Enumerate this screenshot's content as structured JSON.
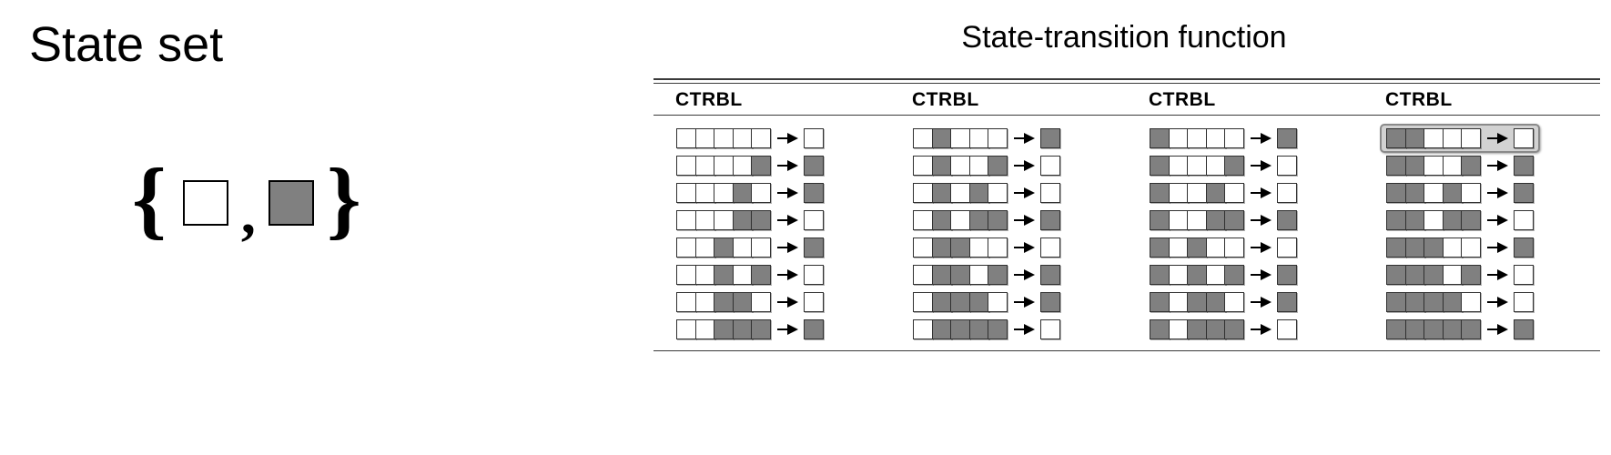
{
  "left": {
    "title": "State set",
    "brace_open": "{",
    "brace_close": "}",
    "comma": ",",
    "states": [
      {
        "name": "empty-state",
        "value": 0
      },
      {
        "name": "filled-state",
        "value": 1
      }
    ]
  },
  "right": {
    "title": "State-transition function",
    "header_label": "CTRBL",
    "header_labels": [
      "CTRBL",
      "CTRBL",
      "CTRBL",
      "CTRBL"
    ],
    "columns": [
      {
        "index": 0,
        "rules": [
          {
            "neighborhood": [
              0,
              0,
              0,
              0,
              0
            ],
            "output": 0,
            "selected": false
          },
          {
            "neighborhood": [
              0,
              0,
              0,
              0,
              1
            ],
            "output": 1,
            "selected": false
          },
          {
            "neighborhood": [
              0,
              0,
              0,
              1,
              0
            ],
            "output": 1,
            "selected": false
          },
          {
            "neighborhood": [
              0,
              0,
              0,
              1,
              1
            ],
            "output": 0,
            "selected": false
          },
          {
            "neighborhood": [
              0,
              0,
              1,
              0,
              0
            ],
            "output": 1,
            "selected": false
          },
          {
            "neighborhood": [
              0,
              0,
              1,
              0,
              1
            ],
            "output": 0,
            "selected": false
          },
          {
            "neighborhood": [
              0,
              0,
              1,
              1,
              0
            ],
            "output": 0,
            "selected": false
          },
          {
            "neighborhood": [
              0,
              0,
              1,
              1,
              1
            ],
            "output": 1,
            "selected": false
          }
        ]
      },
      {
        "index": 1,
        "rules": [
          {
            "neighborhood": [
              0,
              1,
              0,
              0,
              0
            ],
            "output": 1,
            "selected": false
          },
          {
            "neighborhood": [
              0,
              1,
              0,
              0,
              1
            ],
            "output": 0,
            "selected": false
          },
          {
            "neighborhood": [
              0,
              1,
              0,
              1,
              0
            ],
            "output": 0,
            "selected": false
          },
          {
            "neighborhood": [
              0,
              1,
              0,
              1,
              1
            ],
            "output": 1,
            "selected": false
          },
          {
            "neighborhood": [
              0,
              1,
              1,
              0,
              0
            ],
            "output": 0,
            "selected": false
          },
          {
            "neighborhood": [
              0,
              1,
              1,
              0,
              1
            ],
            "output": 1,
            "selected": false
          },
          {
            "neighborhood": [
              0,
              1,
              1,
              1,
              0
            ],
            "output": 1,
            "selected": false
          },
          {
            "neighborhood": [
              0,
              1,
              1,
              1,
              1
            ],
            "output": 0,
            "selected": false
          }
        ]
      },
      {
        "index": 2,
        "rules": [
          {
            "neighborhood": [
              1,
              0,
              0,
              0,
              0
            ],
            "output": 1,
            "selected": false
          },
          {
            "neighborhood": [
              1,
              0,
              0,
              0,
              1
            ],
            "output": 0,
            "selected": false
          },
          {
            "neighborhood": [
              1,
              0,
              0,
              1,
              0
            ],
            "output": 0,
            "selected": false
          },
          {
            "neighborhood": [
              1,
              0,
              0,
              1,
              1
            ],
            "output": 1,
            "selected": false
          },
          {
            "neighborhood": [
              1,
              0,
              1,
              0,
              0
            ],
            "output": 0,
            "selected": false
          },
          {
            "neighborhood": [
              1,
              0,
              1,
              0,
              1
            ],
            "output": 1,
            "selected": false
          },
          {
            "neighborhood": [
              1,
              0,
              1,
              1,
              0
            ],
            "output": 1,
            "selected": false
          },
          {
            "neighborhood": [
              1,
              0,
              1,
              1,
              1
            ],
            "output": 0,
            "selected": false
          }
        ]
      },
      {
        "index": 3,
        "rules": [
          {
            "neighborhood": [
              1,
              1,
              0,
              0,
              0
            ],
            "output": 0,
            "selected": true
          },
          {
            "neighborhood": [
              1,
              1,
              0,
              0,
              1
            ],
            "output": 1,
            "selected": false
          },
          {
            "neighborhood": [
              1,
              1,
              0,
              1,
              0
            ],
            "output": 1,
            "selected": false
          },
          {
            "neighborhood": [
              1,
              1,
              0,
              1,
              1
            ],
            "output": 0,
            "selected": false
          },
          {
            "neighborhood": [
              1,
              1,
              1,
              0,
              0
            ],
            "output": 1,
            "selected": false
          },
          {
            "neighborhood": [
              1,
              1,
              1,
              0,
              1
            ],
            "output": 0,
            "selected": false
          },
          {
            "neighborhood": [
              1,
              1,
              1,
              1,
              0
            ],
            "output": 0,
            "selected": false
          },
          {
            "neighborhood": [
              1,
              1,
              1,
              1,
              1
            ],
            "output": 1,
            "selected": false
          }
        ]
      }
    ]
  },
  "colors": {
    "state_empty": "#ffffff",
    "state_filled": "#808080",
    "cell_border": "#303030",
    "rule_line": "#3a3a3a",
    "selection_fill": "#d2d2d2",
    "selection_border": "#8a8a8a",
    "text": "#000000",
    "background": "#ffffff"
  }
}
